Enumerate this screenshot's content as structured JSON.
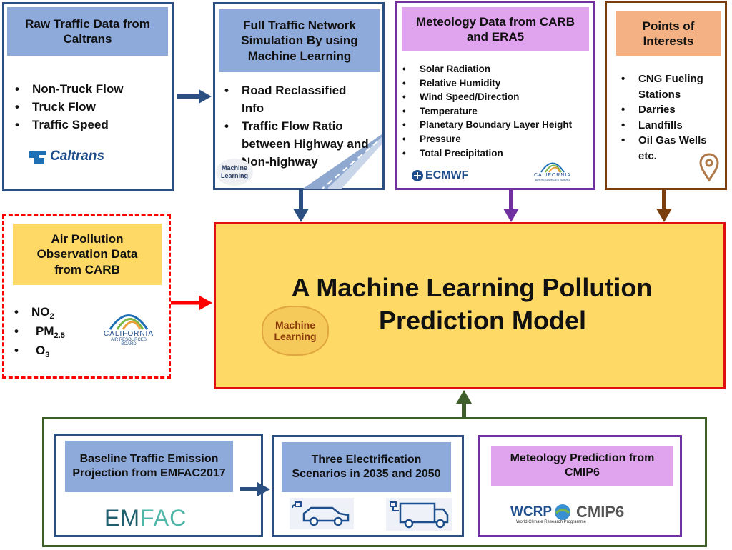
{
  "caltrans_box": {
    "title": "Raw Traffic Data from Caltrans",
    "items": [
      "Non-Truck Flow",
      "Truck Flow",
      "Traffic Speed"
    ],
    "logo_text": "Caltrans"
  },
  "ml_sim_box": {
    "title": "Full Traffic Network Simulation By using Machine Learning",
    "items": [
      "Road Reclassified Info",
      "Traffic Flow Ratio between Highway and Non-highway"
    ],
    "ml_logo_text": "Machine Learning"
  },
  "meteo_box": {
    "title": "Meteology Data from CARB and ERA5",
    "items": [
      "Solar Radiation",
      "Relative Humidity",
      "Wind Speed/Direction",
      "Temperature",
      "Planetary Boundary Layer Height",
      "Pressure",
      "Total Precipitation"
    ],
    "ecmwf_text": "ECMWF",
    "carb_logo": {
      "line1": "CALIFORNIA",
      "line2": "AIR RESOURCES BOARD"
    }
  },
  "poi_box": {
    "title": "Points of Interests",
    "items": [
      "CNG Fueling Stations",
      "Darries",
      "Landfills",
      "Oil Gas Wells etc."
    ]
  },
  "air_box": {
    "title": "Air Pollution Observation Data from CARB",
    "items": [
      {
        "base": "NO",
        "sub": "2"
      },
      {
        "base": "PM",
        "sub": "2.5"
      },
      {
        "base": "O",
        "sub": "3"
      }
    ],
    "carb_logo": {
      "line1": "CALIFORNIA",
      "line2": "AIR RESOURCES BOARD"
    }
  },
  "main_box": {
    "title_line1": "A Machine Learning Pollution",
    "title_line2": "Prediction Model",
    "ml_logo_text": "Machine Learning"
  },
  "bottom": {
    "emfac_box": {
      "title": "Baseline Traffic Emission Projection from EMFAC2017",
      "logo_em": "EM",
      "logo_fac": "FAC"
    },
    "scenario_box": {
      "title": "Three Electrification Scenarios in 2035 and 2050"
    },
    "cmip_box": {
      "title": "Meteology Prediction from CMIP6",
      "wcrp": "WCRP",
      "wcrp_sub": "World Climate Research Programme",
      "cmip": "CMIP6"
    }
  },
  "colors": {
    "navy": "#2a4f80",
    "purple": "#7030a0",
    "brown": "#7a3e0c",
    "red": "#ff0000",
    "green": "#3f5f2a",
    "header_blue": "#8eaadb",
    "header_purple": "#e0a3ee",
    "header_orange": "#f4b183",
    "header_yellow": "#ffd966",
    "main_fill": "#ffd966"
  }
}
